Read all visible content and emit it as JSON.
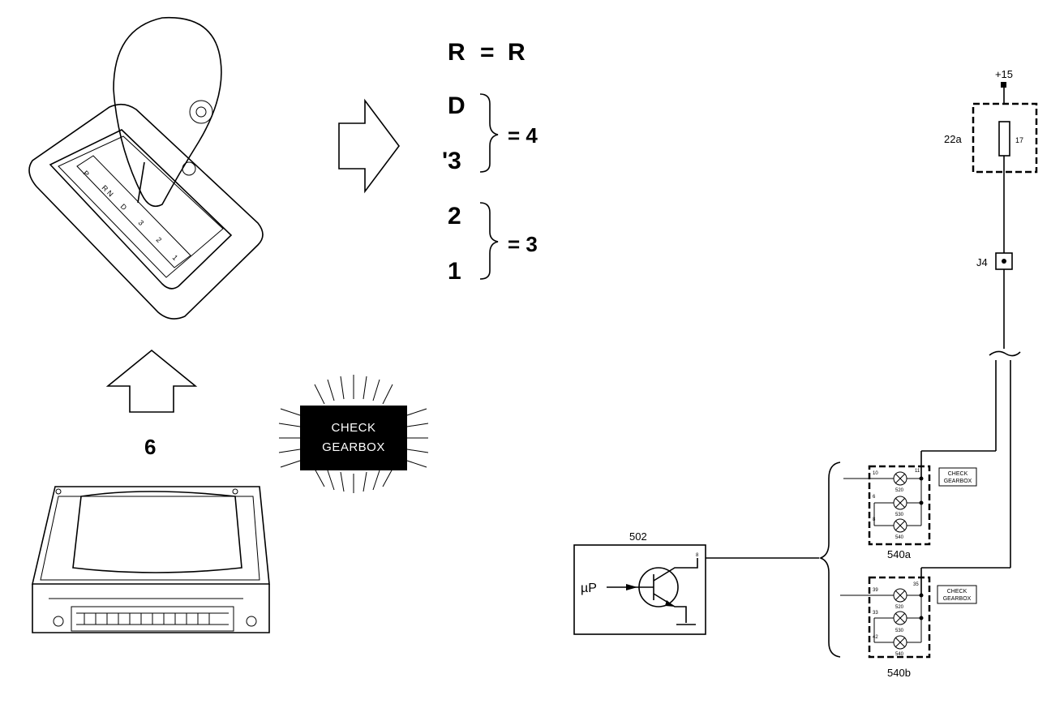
{
  "mapping": {
    "r_left": "R",
    "r_eq": "=",
    "r_right": "R",
    "d": "D",
    "three": "'3",
    "eq4": "= 4",
    "two": "2",
    "one": "1",
    "eq3": "= 3"
  },
  "step_number": "6",
  "lamp": {
    "line1": "CHECK",
    "line2": "GEARBOX"
  },
  "circuit": {
    "supply": "+15",
    "fuse_box": "22a",
    "fuse_num": "17",
    "connector": "J4",
    "module_a": "540a",
    "module_b": "540b",
    "ecu": "502",
    "micro": "µP",
    "pin_ecu": "8",
    "a_pins": [
      "10",
      "6",
      "8"
    ],
    "a_pin_top_right": "11",
    "a_lamps": [
      "520",
      "530",
      "540"
    ],
    "b_pins": [
      "39",
      "33",
      "42"
    ],
    "b_pin_top_right": "35",
    "b_lamps": [
      "520",
      "530",
      "540"
    ],
    "small_label_line1": "CHECK",
    "small_label_line2": "GEARBOX"
  }
}
